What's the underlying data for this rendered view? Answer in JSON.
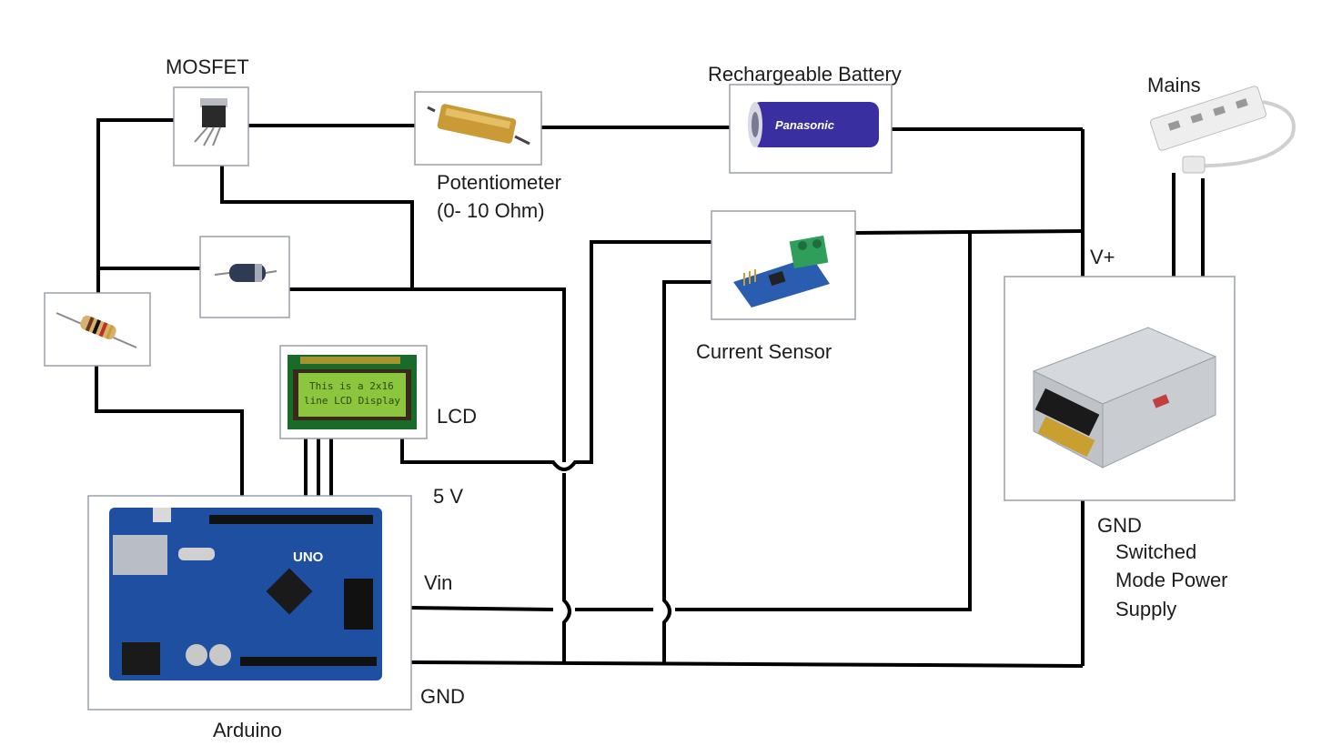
{
  "labels": {
    "mosfet": "MOSFET",
    "potentiometer_line1": "Potentiometer",
    "potentiometer_line2": "(0- 10 Ohm)",
    "battery": "Rechargeable Battery",
    "mains": "Mains",
    "current_sensor": "Current Sensor",
    "lcd": "LCD",
    "five_v": "5 V",
    "vin": "Vin",
    "gnd_arduino": "GND",
    "arduino": "Arduino",
    "v_plus": "V+",
    "gnd_psu": "GND",
    "psu_line1": "Switched",
    "psu_line2": "Mode Power",
    "psu_line3": "Supply"
  },
  "lcd_screen": {
    "line1": "This is a 2x16",
    "line2": "line LCD Display"
  },
  "battery_brand": "Panasonic",
  "arduino_board_text": "UNO",
  "colors": {
    "wire": "#000000",
    "box_border": "#9aa0a8",
    "arduino_board": "#1e4fa0",
    "lcd_screen": "#8cc63f",
    "battery_body": "#3a2fa0",
    "sensor_board": "#2a5db0",
    "terminal_block": "#2e9e5a"
  }
}
